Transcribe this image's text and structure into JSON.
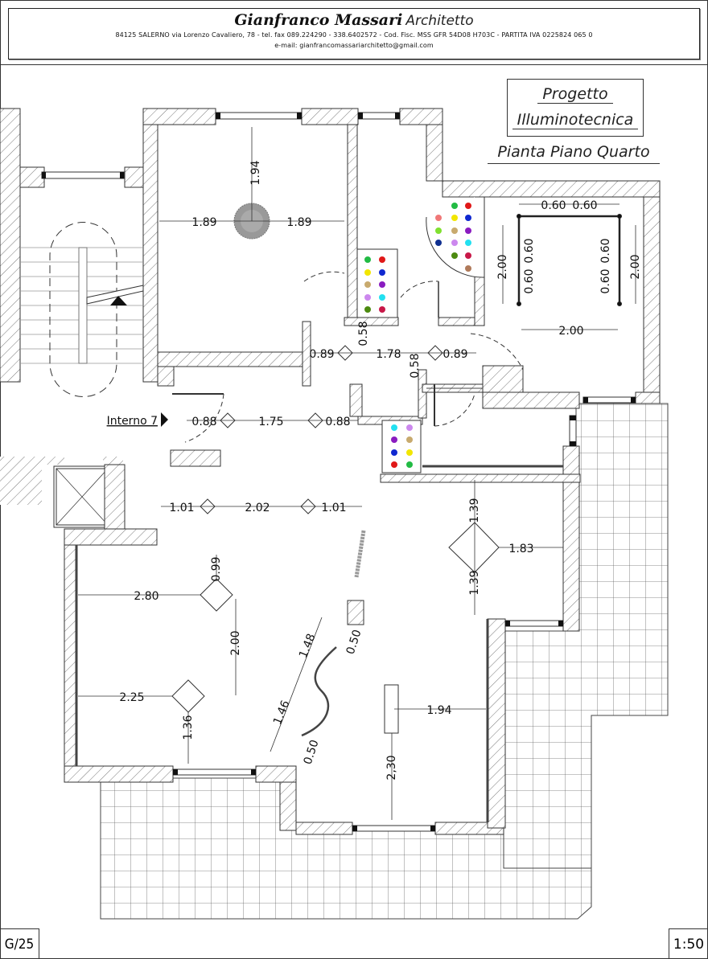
{
  "header": {
    "architect_name": "Gianfranco Massari",
    "architect_role": "Architetto",
    "address_line": "84125 SALERNO   via Lorenzo Cavaliero, 78  -  tel. fax 089.224290 - 338.6402572 -  Cod. Fisc. MSS GFR 54D08 H703C  -  PARTITA  IVA 0225824 065 0",
    "email_line": "e-mail: gianfrancomassariarchitetto@gmail.com"
  },
  "title_block": {
    "line1": "Progetto",
    "line2": "Illuminotecnica",
    "subtitle": "Pianta Piano Quarto"
  },
  "plan": {
    "unit_label": "Interno 7",
    "dimensions": {
      "living_top_vertical": "1.94",
      "living_left": "1.89",
      "living_right": "1.89",
      "corridor_1_left": "0.89",
      "corridor_1_mid": "1.78",
      "corridor_1_right": "0.89",
      "corridor_1_vert_a": "0.58",
      "corridor_1_vert_b": "0.58",
      "corridor_2_left": "0.88",
      "corridor_2_mid": "1.75",
      "corridor_2_right": "0.88",
      "corridor_3_left": "1.01",
      "corridor_3_mid": "2.02",
      "corridor_3_right": "1.01",
      "bed_top_a": "0.60",
      "bed_top_b": "0.60",
      "bed_left_a": "0.60",
      "bed_left_b": "0.60",
      "bed_right_a": "0.60",
      "bed_right_b": "0.60",
      "bed_height_left": "2.00",
      "bed_height_right": "2.00",
      "bed_width": "2.00",
      "lamp_1_left": "2.80",
      "lamp_1_top": "0.99",
      "lamp_1_to_2": "2.00",
      "lamp_2_left": "2.25",
      "lamp_2_bottom": "1.36",
      "lamp_3_top": "1.39",
      "lamp_3_bottom": "1.39",
      "lamp_3_right": "1.83",
      "strip_upper": "1.48",
      "strip_lower": "1.46",
      "strip_end_a": "0.50",
      "strip_end_b": "0.50",
      "fixture_right": "1.94",
      "fixture_bottom": "2,30"
    },
    "led_colors": {
      "green": "#22bb44",
      "red": "#e01818",
      "yellow": "#f2e600",
      "blue": "#1028d0",
      "tan": "#c8aa6e",
      "purple": "#8a1cc0",
      "lilac": "#cc88ee",
      "cyan": "#22e0f0",
      "olive": "#4c8a10",
      "crimson": "#c81848",
      "salmon": "#f07878",
      "lime": "#80e030",
      "navy": "#103090",
      "brown": "#b07a5a"
    }
  },
  "footer": {
    "sheet_number": "G/25",
    "scale": "1:50"
  }
}
